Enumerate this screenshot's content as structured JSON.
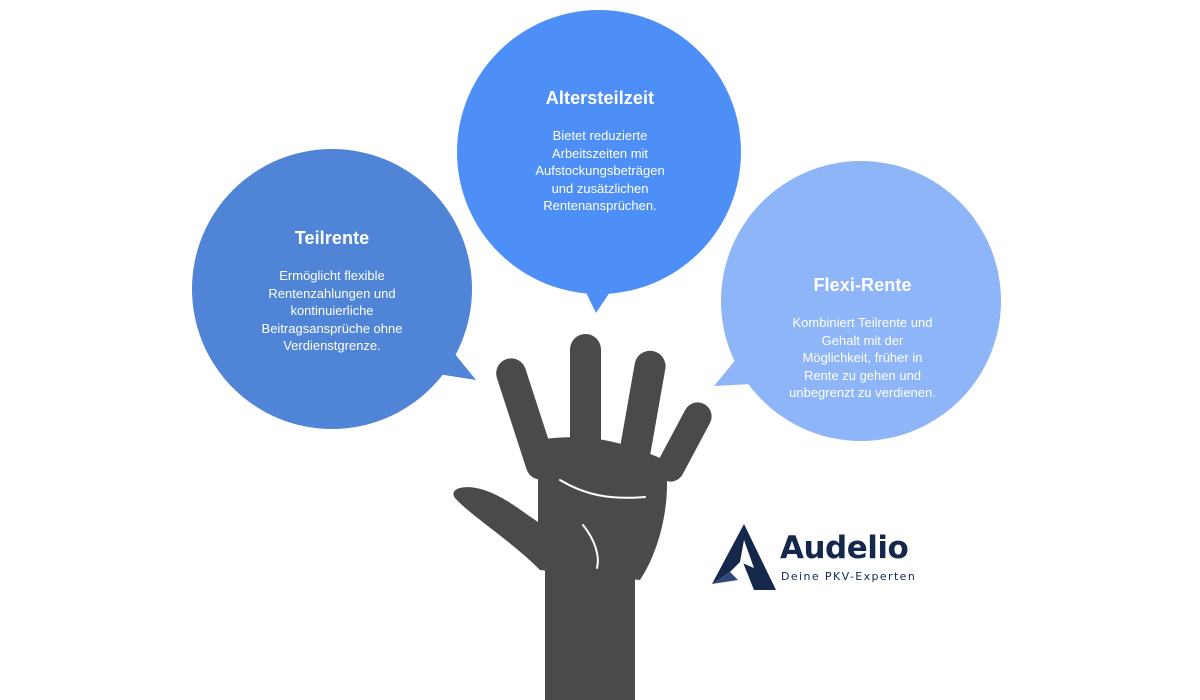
{
  "colors": {
    "bubble_left": "#4f84d6",
    "bubble_center": "#4d8ff7",
    "bubble_right": "#8db5f7",
    "hand": "#4a4a4a",
    "logo": "#15284b"
  },
  "bubbles": {
    "left": {
      "title": "Teilrente",
      "lines": [
        "Ermöglicht flexible",
        "Rentenzahlungen und",
        "kontinuierliche",
        "Beitragsansprüche ohne",
        "Verdienstgrenze."
      ]
    },
    "center": {
      "title": "Altersteilzeit",
      "lines": [
        "Bietet reduzierte",
        "Arbeitszeiten mit",
        "Aufstockungsbeträgen",
        "und zusätzlichen",
        "Rentenansprüchen."
      ]
    },
    "right": {
      "title": "Flexi-Rente",
      "lines": [
        "Kombiniert Teilrente und",
        "Gehalt mit der",
        "Möglichkeit, früher in",
        "Rente zu gehen und",
        "unbegrenzt zu verdienen."
      ]
    }
  },
  "logo": {
    "name": "Audelio",
    "tagline": "Deine PKV-Experten"
  },
  "icons": {
    "hand": "raised-hand-icon",
    "logo_mark": "triangle-logo-icon"
  }
}
